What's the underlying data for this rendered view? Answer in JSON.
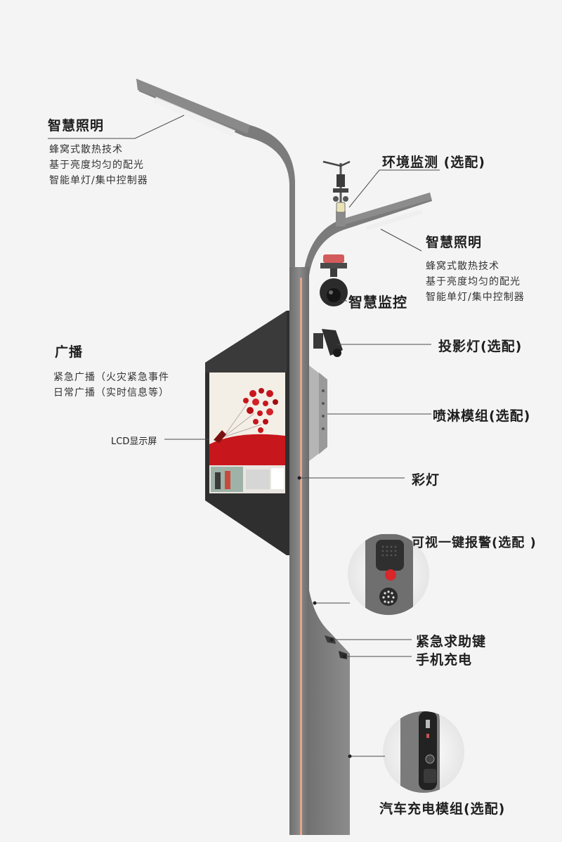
{
  "callouts": {
    "lighting_left": {
      "title": "智慧照明",
      "lines": [
        "蜂窝式散热技术",
        "基于亮度均匀的配光",
        "智能单灯/集中控制器"
      ]
    },
    "lighting_right": {
      "title": "智慧照明",
      "lines": [
        "蜂窝式散热技术",
        "基于亮度均匀的配光",
        "智能单灯/集中控制器"
      ]
    },
    "environment": "环境监测 (选配)",
    "surveillance": "智慧监控",
    "projector": "投影灯(选配)",
    "broadcast": {
      "title": "广播",
      "lines": [
        "紧急广播（火灾紧急事件",
        "日常广播（实时信息等）"
      ]
    },
    "lcd": "LCD显示屏",
    "sprinkler": "喷淋模组(选配)",
    "colored_light": "彩灯",
    "alarm": "可视一键报警(选配 )",
    "help_button": "紧急求助键",
    "phone_charge": "手机充电",
    "ev_charge": "汽车充电模组(选配)"
  },
  "colors": {
    "pole": "#7d7d7d",
    "pole_dark": "#5f5f5f",
    "accent_strip": "#e7a48f",
    "alarm_button": "#d8262a",
    "screen_bg": "#f3efe6",
    "screen_red": "#c8161d"
  }
}
